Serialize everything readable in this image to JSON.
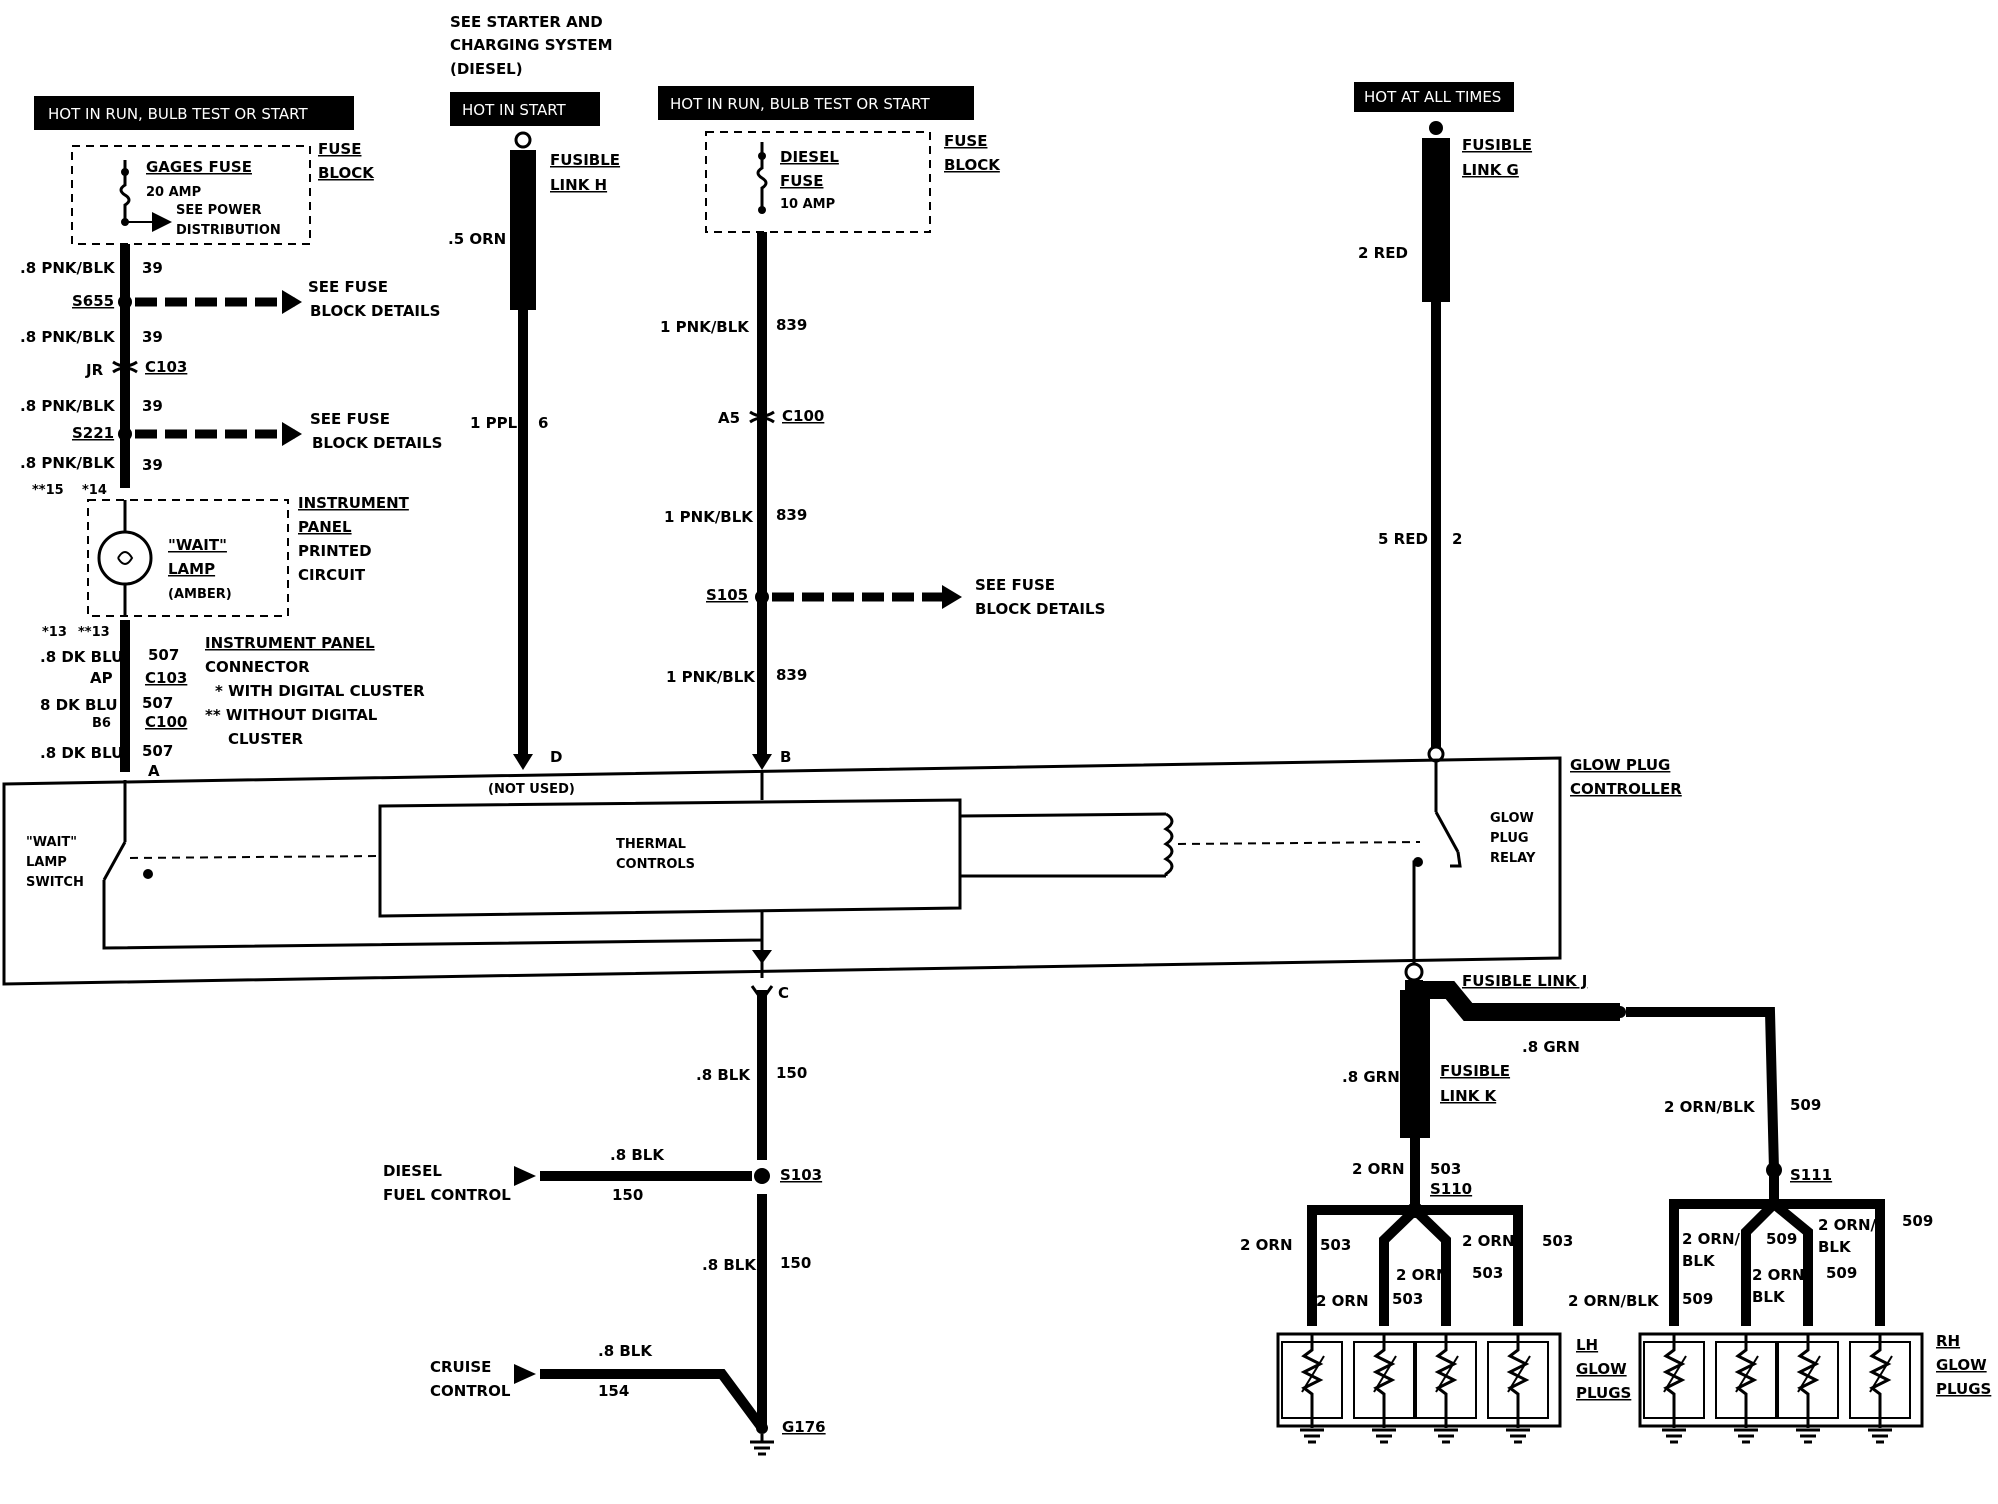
{
  "headers": {
    "gages_hot": "HOT IN RUN, BULB TEST OR START",
    "start_hot": "HOT IN START",
    "diesel_hot": "HOT IN RUN, BULB TEST OR START",
    "always_hot": "HOT AT ALL TIMES"
  },
  "starter_note": [
    "SEE STARTER AND",
    "CHARGING SYSTEM",
    "(DIESEL)"
  ],
  "fuse_block_label": [
    "FUSE",
    "BLOCK"
  ],
  "gages_fuse": {
    "name": "GAGES FUSE",
    "rating": "20 AMP",
    "note": [
      "SEE POWER",
      "DISTRIBUTION"
    ]
  },
  "diesel_fuse": {
    "name": [
      "DIESEL",
      "FUSE"
    ],
    "rating": "10 AMP"
  },
  "see_fuse_block_details": [
    "SEE FUSE",
    "BLOCK DETAILS"
  ],
  "fusible_links": {
    "h": [
      "FUSIBLE",
      "LINK H"
    ],
    "g": [
      "FUSIBLE",
      "LINK G"
    ],
    "j": "FUSIBLE LINK J",
    "k": [
      "FUSIBLE",
      "LINK K"
    ]
  },
  "left_circuit": {
    "wire_pnk_blk": ".8 PNK/BLK",
    "circuit_39": "39",
    "splice_s655": "S655",
    "splice_s221": "S221",
    "conn_jr": "JR",
    "conn_c103": "C103",
    "pins_top": [
      "**15",
      "*14"
    ],
    "pins_bottom": [
      "*13",
      "**13"
    ],
    "wire_dk_blu": ".8 DK BLU",
    "wire_dk_blu_2": "8 DK BLU",
    "circuit_507": "507",
    "pin_ap": "AP",
    "pin_b6": "B6",
    "conn_c100": "C100",
    "pin_a": "A"
  },
  "instrument_panel": {
    "label": [
      "INSTRUMENT",
      "PANEL",
      "PRINTED",
      "CIRCUIT"
    ],
    "lamp": [
      "\"WAIT\"",
      "LAMP",
      "(AMBER)"
    ]
  },
  "ip_connector_note": [
    "INSTRUMENT PANEL",
    "CONNECTOR",
    "* WITH DIGITAL CLUSTER",
    "** WITHOUT DIGITAL",
    "CLUSTER"
  ],
  "start_circuit": {
    "wire_5_orn": ".5 ORN",
    "wire_ppl": "1 PPL",
    "circuit": "6",
    "pin": "D",
    "not_used": "(NOT USED)"
  },
  "diesel_circuit": {
    "wire": "1 PNK/BLK",
    "circuit": "839",
    "pin_a5": "A5",
    "conn_c100": "C100",
    "splice": "S105",
    "pin": "B"
  },
  "always_circuit": {
    "wire_2_red": "2 RED",
    "wire_5_red": "5 RED",
    "circuit": "2"
  },
  "controller": {
    "title": [
      "GLOW PLUG",
      "CONTROLLER"
    ],
    "wait_switch": [
      "\"WAIT\"",
      "LAMP",
      "SWITCH"
    ],
    "thermal": [
      "THERMAL",
      "CONTROLS"
    ],
    "relay": [
      "GLOW",
      "PLUG",
      "RELAY"
    ]
  },
  "ground_circuit": {
    "pin": "C",
    "wire_blk": ".8 BLK",
    "circuit_150": "150",
    "splice_s103": "S103",
    "diesel_fuel": [
      "DIESEL",
      "FUEL CONTROL"
    ],
    "cruise": [
      "CRUISE",
      "CONTROL"
    ],
    "circuit_154": "154",
    "ground": "G176"
  },
  "glow_plugs": {
    "wire_8_grn": ".8 GRN",
    "wire_2_orn": "2 ORN",
    "circuit_503": "503",
    "splice_s110": "S110",
    "wire_2_orn_blk": "2 ORN/BLK",
    "wire_2_orn_blk_split": [
      "2 ORN/",
      "BLK"
    ],
    "circuit_509": "509",
    "splice_s111": "S111",
    "lh": [
      "LH",
      "GLOW",
      "PLUGS"
    ],
    "rh": [
      "RH",
      "GLOW",
      "PLUGS"
    ]
  }
}
